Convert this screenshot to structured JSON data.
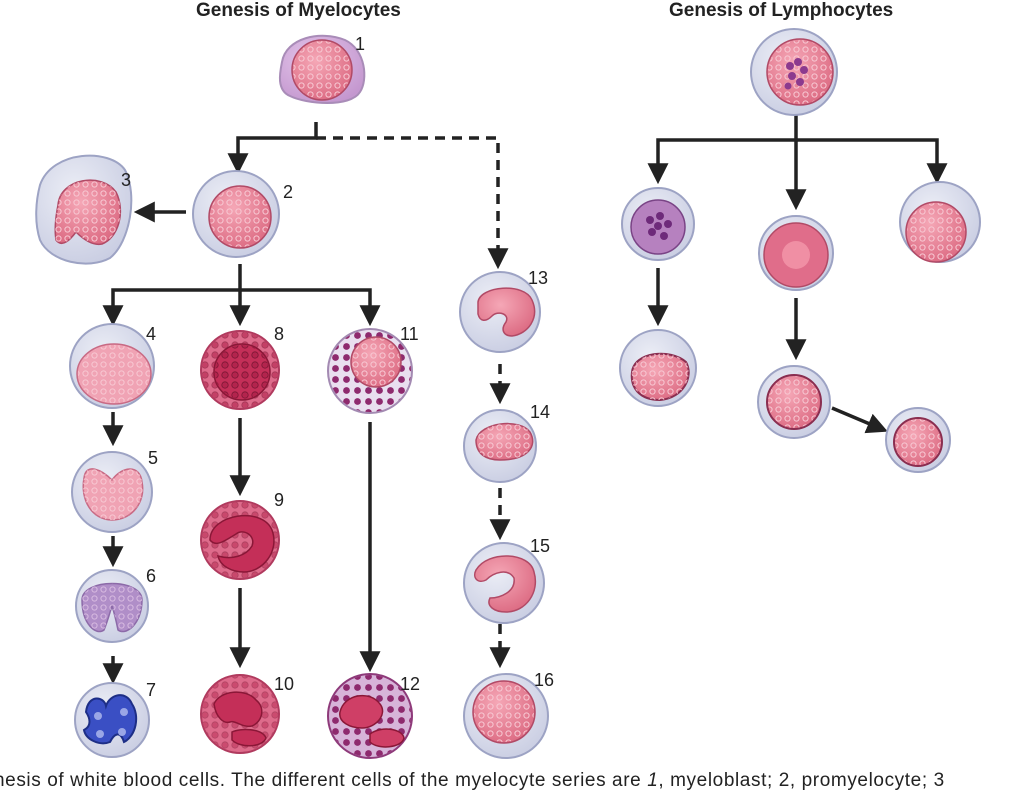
{
  "titles": {
    "myelocytes": "Genesis of Myelocytes",
    "lymphocytes": "Genesis of Lymphocytes"
  },
  "cell_numbers": [
    "1",
    "2",
    "3",
    "4",
    "5",
    "6",
    "7",
    "8",
    "9",
    "10",
    "11",
    "12",
    "13",
    "14",
    "15",
    "16"
  ],
  "caption": {
    "pre": "nesis of white blood cells. The different cells of the myelocyte series are ",
    "n1": "1",
    "t1": ", myeloblast; 2, promyelocyte; 3"
  }
}
